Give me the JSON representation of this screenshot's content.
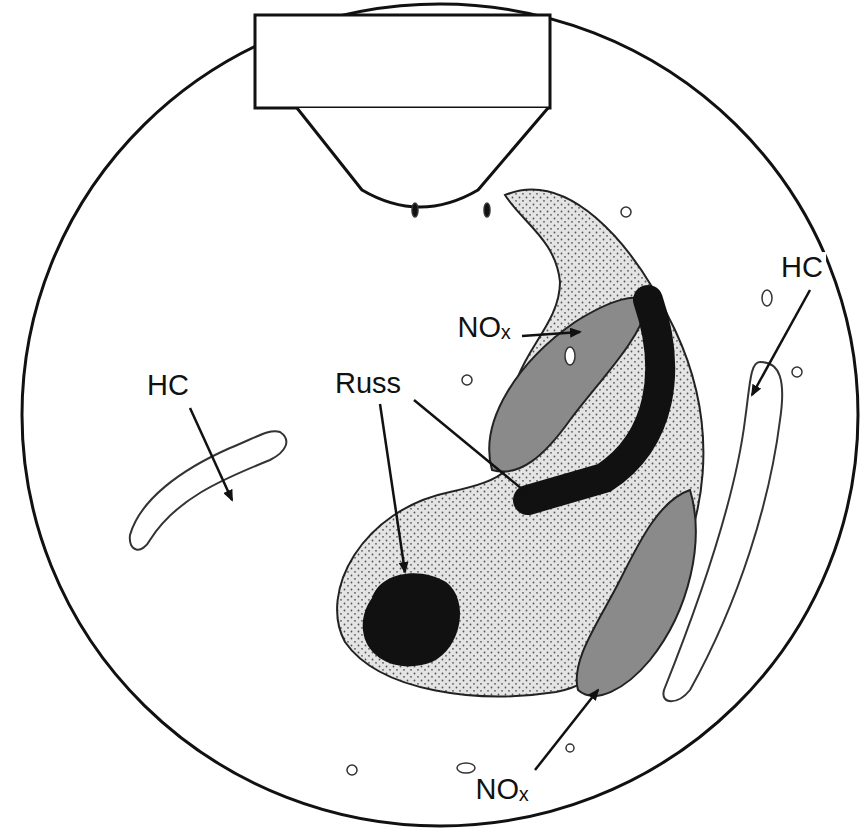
{
  "diagram": {
    "labels": [
      "HC",
      "NOₓ",
      "HC",
      "Russ",
      "NOₓ"
    ]
  }
}
